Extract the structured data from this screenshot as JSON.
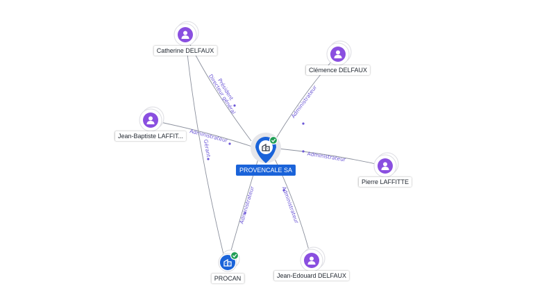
{
  "colors": {
    "person": "#8a4fe0",
    "company": "#1a63d9",
    "verified": "#1f9d55",
    "edge": "#8a8f9c",
    "edge_label": "#6b56d6"
  },
  "nodes": [
    {
      "id": "provencale",
      "label": "PROVENCALE SA",
      "kind": "company",
      "icon": "building-icon",
      "verified": true
    },
    {
      "id": "catherine",
      "label": "Catherine DELFAUX",
      "kind": "person",
      "icon": "person-icon"
    },
    {
      "id": "clemence",
      "label": "Clémence DELFAUX",
      "kind": "person",
      "icon": "person-icon"
    },
    {
      "id": "jeanbaptiste",
      "label": "Jean-Baptiste LAFFIT...",
      "kind": "person",
      "icon": "person-icon"
    },
    {
      "id": "pierre",
      "label": "Pierre LAFFITTE",
      "kind": "person",
      "icon": "person-icon"
    },
    {
      "id": "procan",
      "label": "PROCAN",
      "kind": "company",
      "icon": "building-icon",
      "verified": true
    },
    {
      "id": "jeanedouard",
      "label": "Jean-Edouard DELFAUX",
      "kind": "person",
      "icon": "person-icon"
    }
  ],
  "edges": [
    {
      "from": "catherine",
      "to": "provencale",
      "labels": [
        "Président",
        "Directeur général"
      ]
    },
    {
      "from": "clemence",
      "to": "provencale",
      "labels": [
        "Administrateur"
      ]
    },
    {
      "from": "jeanbaptiste",
      "to": "provencale",
      "labels": [
        "Administrateur"
      ]
    },
    {
      "from": "pierre",
      "to": "provencale",
      "labels": [
        "Administrateur"
      ]
    },
    {
      "from": "procan",
      "to": "provencale",
      "labels": [
        "Administrateur"
      ]
    },
    {
      "from": "jeanedouard",
      "to": "provencale",
      "labels": [
        "Administrateur"
      ]
    },
    {
      "from": "catherine",
      "to": "procan",
      "labels": [
        "Gérant"
      ]
    }
  ]
}
